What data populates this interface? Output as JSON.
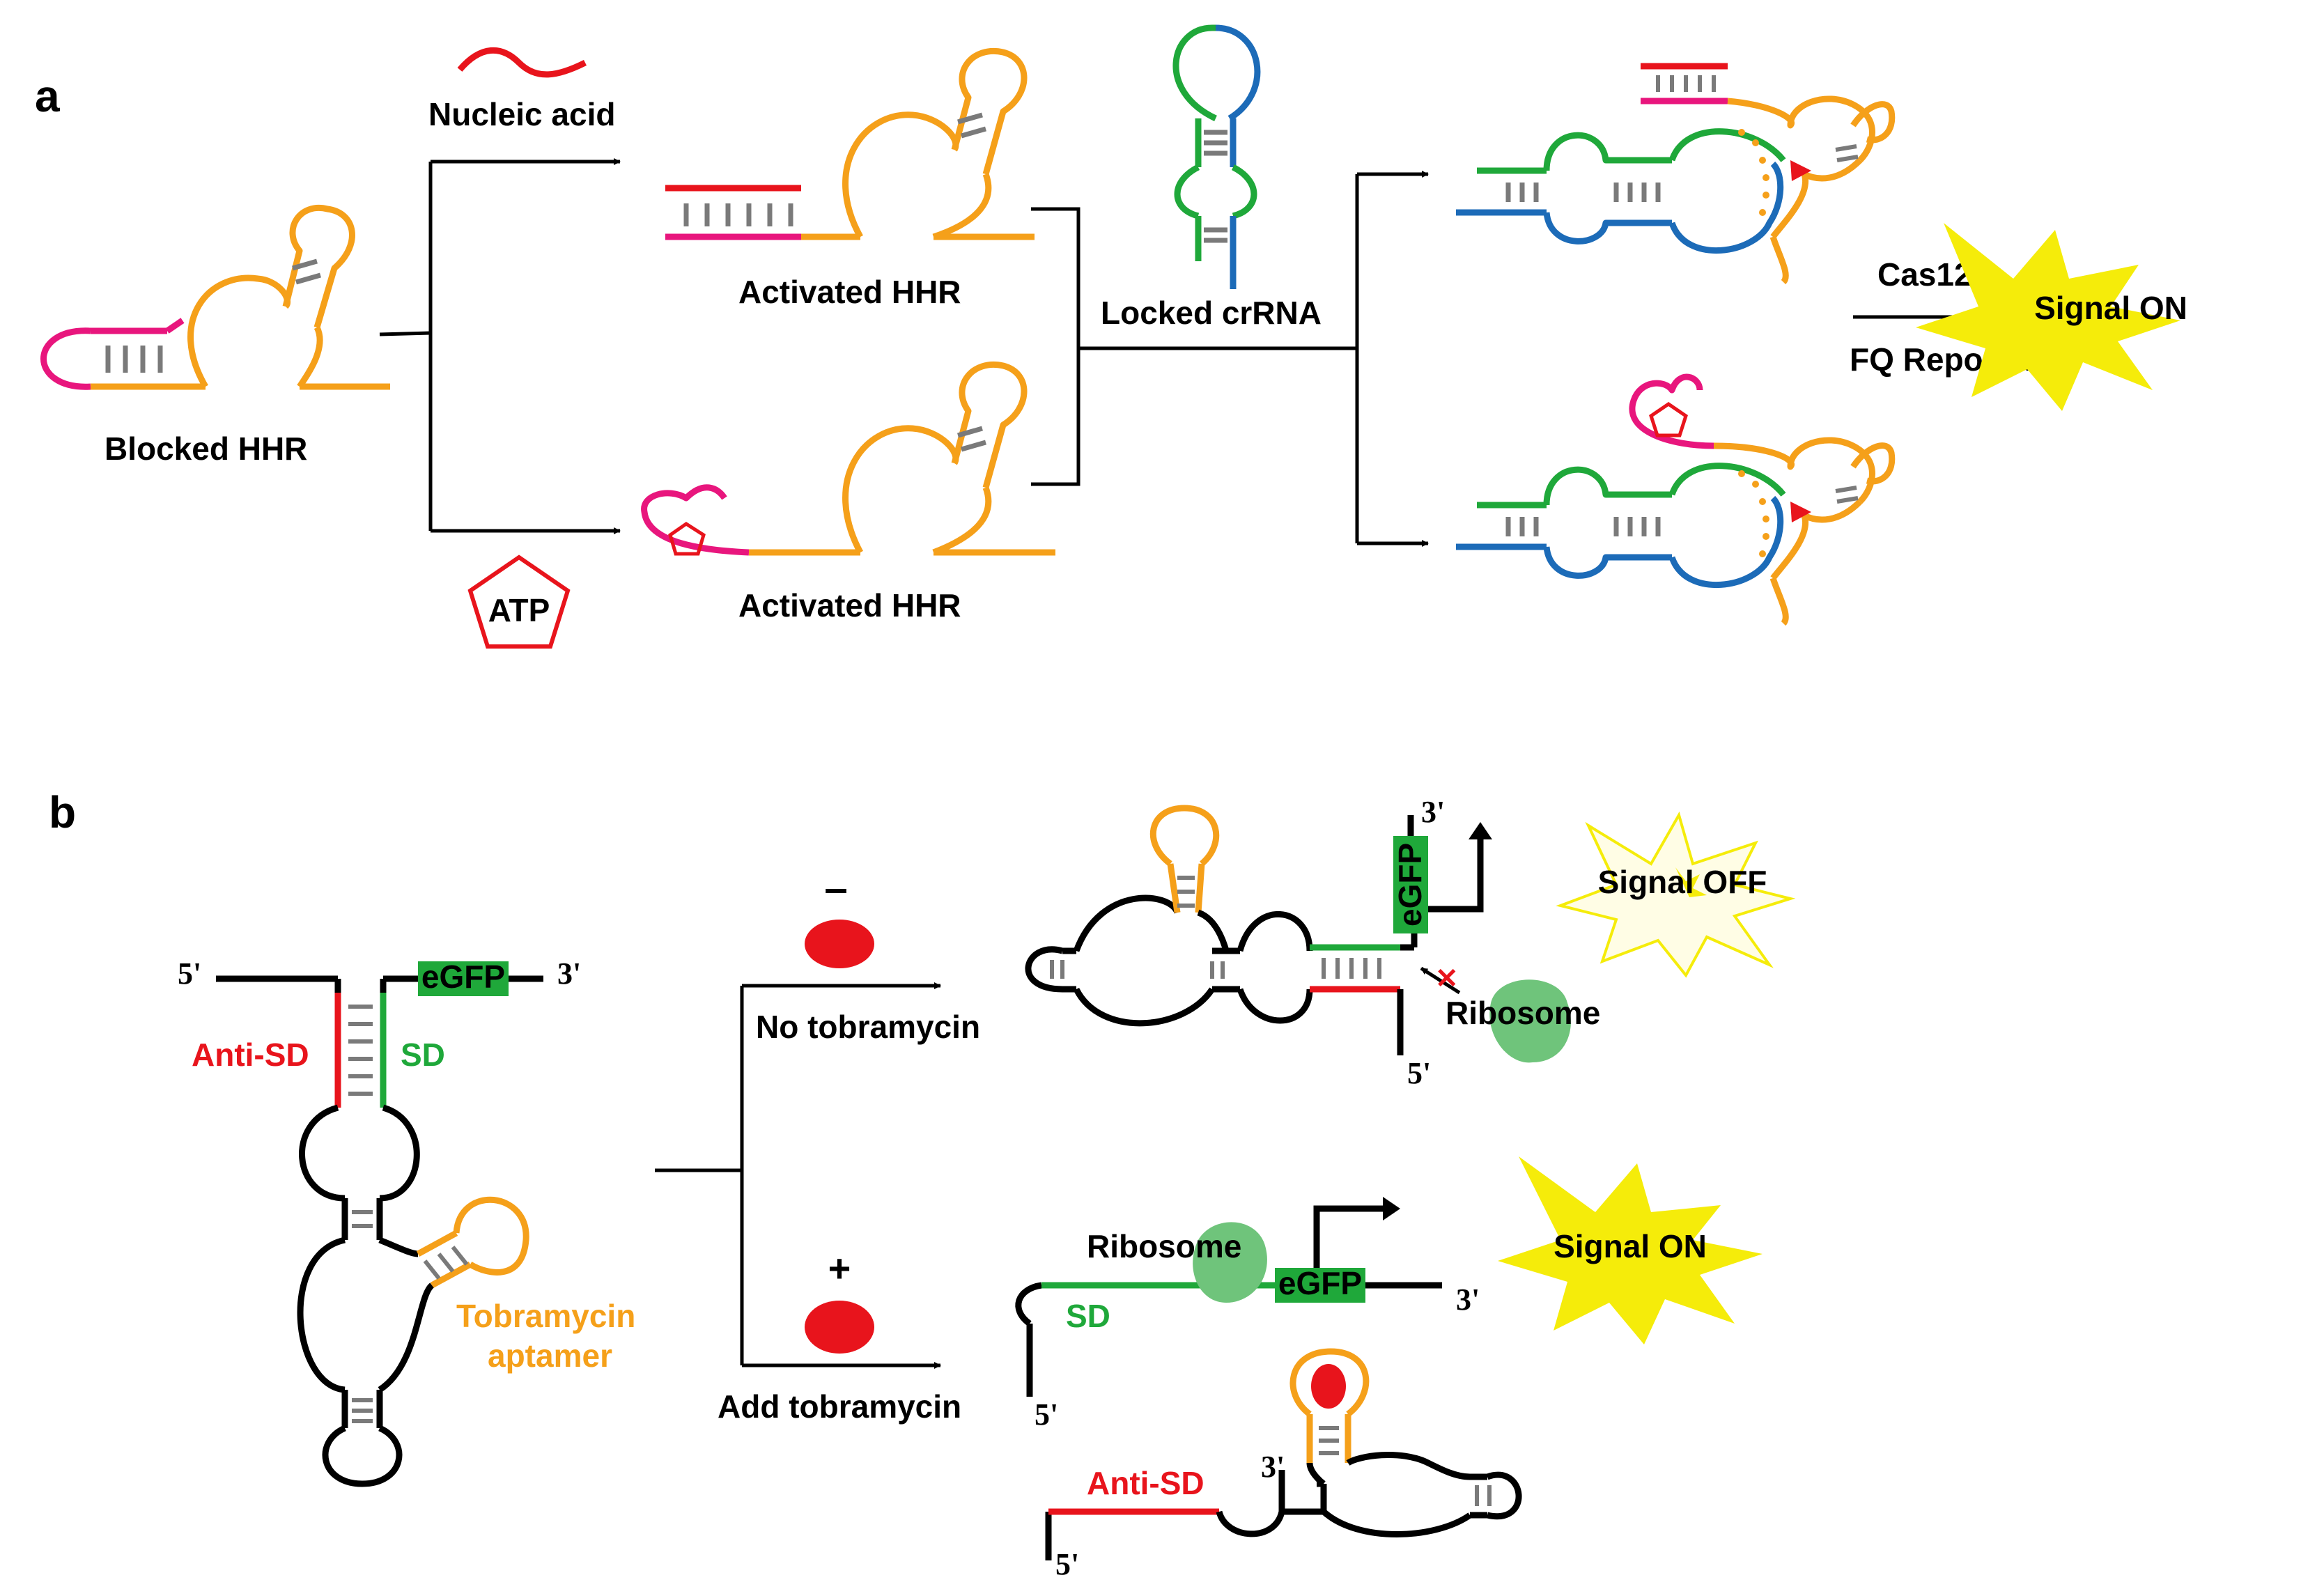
{
  "panels": {
    "a": "a",
    "b": "b"
  },
  "panel_a": {
    "nucleic_acid": "Nucleic acid",
    "atp": "ATP",
    "blocked_hhr": "Blocked HHR",
    "activated_hhr_top": "Activated HHR",
    "activated_hhr_bottom": "Activated HHR",
    "locked_crrna": "Locked crRNA",
    "cas12a": "Cas12a",
    "fq_reporter": "FQ Reporter",
    "signal_on": "Signal ON"
  },
  "panel_b": {
    "five_prime": "5'",
    "three_prime": "3'",
    "egfp": "eGFP",
    "anti_sd": "Anti-SD",
    "sd": "SD",
    "tobramycin": "Tobramycin",
    "aptamer": "aptamer",
    "minus": "–",
    "plus": "+",
    "no_tobramycin": "No tobramycin",
    "add_tobramycin": "Add tobramycin",
    "ribosome": "Ribosome",
    "signal_off": "Signal OFF",
    "signal_on": "Signal ON"
  },
  "colors": {
    "orange": "#f5a01a",
    "magenta": "#e8167d",
    "red": "#e8141c",
    "green": "#1fa83a",
    "blue": "#1c6bb8",
    "yellow": "#f5ec0a",
    "ribosome": "#6fc47b",
    "egfp_box": "#1fa83a"
  }
}
